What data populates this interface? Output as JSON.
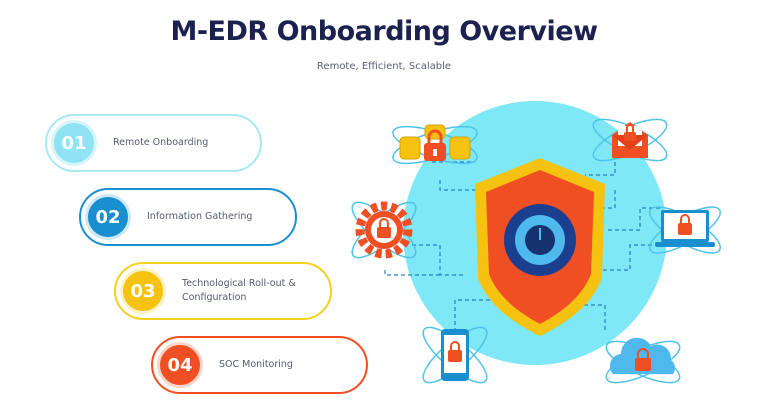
{
  "header": {
    "title": "M-EDR Onboarding Overview",
    "subtitle": "Remote, Efficient, Scalable"
  },
  "steps": [
    {
      "number": "01",
      "label": "Remote Onboarding",
      "color": "#8fe3f3"
    },
    {
      "number": "02",
      "label": "Information Gathering",
      "color": "#1a8fcf"
    },
    {
      "number": "03",
      "label": "Technological Roll-out & Configuration",
      "color": "#f5c20f"
    },
    {
      "number": "04",
      "label": "SOC Monitoring",
      "color": "#f04f23"
    }
  ],
  "illustration": {
    "center_icon": "shield-eye-icon",
    "satellites": [
      "database-lock-icon",
      "email-lock-icon",
      "gear-lock-icon",
      "laptop-lock-icon",
      "mobile-lock-icon",
      "cloud-lock-icon"
    ],
    "colors": {
      "circle": "#7ee8f7",
      "shield_outer": "#f5c20f",
      "shield_inner": "#f04f23",
      "eye": "#1a3f8f",
      "orbit": "#4fc3e8"
    }
  }
}
